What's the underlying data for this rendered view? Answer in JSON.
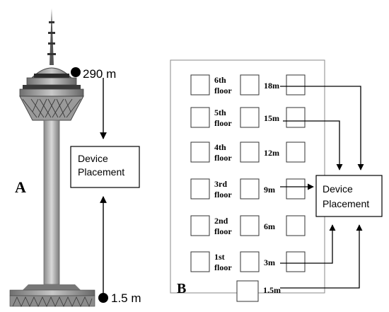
{
  "panel_a": {
    "label": "A",
    "top_height": "290 m",
    "bottom_height": "1.5 m",
    "device_line1": "Device",
    "device_line2": "Placement"
  },
  "panel_b": {
    "label": "B",
    "device_line1": "Device",
    "device_line2": "Placement",
    "floors": [
      {
        "line1": "6th",
        "line2": "floor",
        "height": "18m"
      },
      {
        "line1": "5th",
        "line2": "floor",
        "height": "15m"
      },
      {
        "line1": "4th",
        "line2": "floor",
        "height": "12m"
      },
      {
        "line1": "3rd",
        "line2": "floor",
        "height": "9m"
      },
      {
        "line1": "2nd",
        "line2": "floor",
        "height": "6m"
      },
      {
        "line1": "1st",
        "line2": "floor",
        "height": "3m"
      }
    ],
    "ground_height": "1.5m"
  }
}
